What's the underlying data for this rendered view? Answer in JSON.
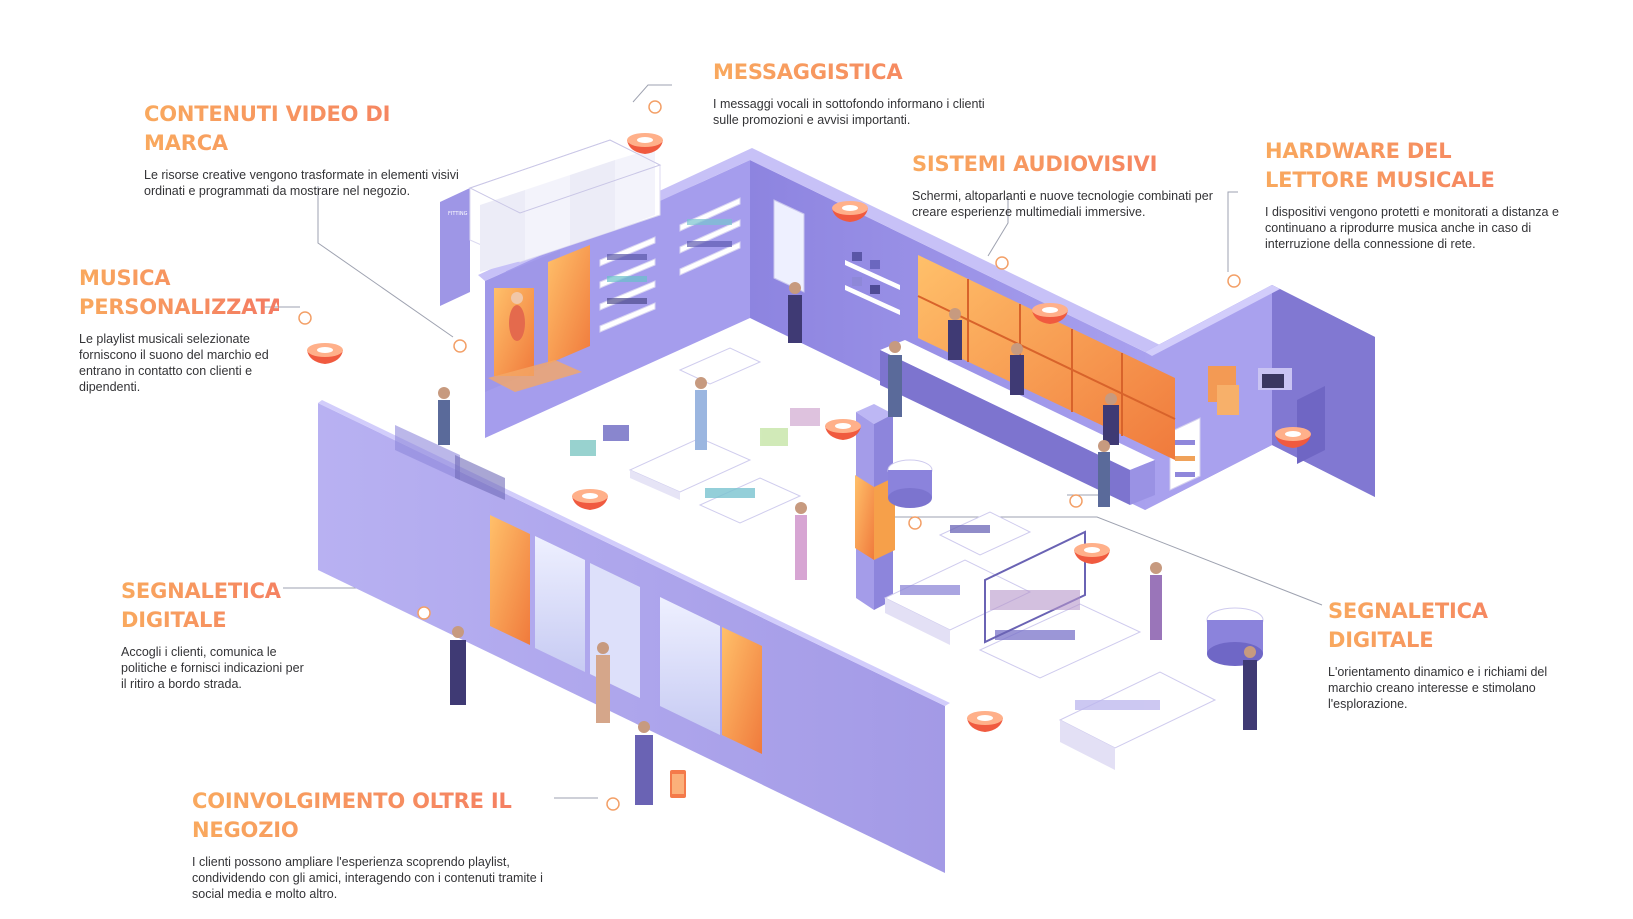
{
  "callouts": [
    {
      "id": "messaggistica",
      "title_lines": [
        "MESSAGGISTICA"
      ],
      "desc": "I messaggi vocali in sottofondo informano i clienti sulle promozioni e avvisi importanti."
    },
    {
      "id": "contenuti-video",
      "title_lines": [
        "CONTENUTI VIDEO DI MARCA"
      ],
      "desc": "Le risorse creative vengono trasformate in elementi visivi ordinati e programmati da mostrare nel negozio."
    },
    {
      "id": "sistemi-audiovisivi",
      "title_lines": [
        "SISTEMI AUDIOVISIVI"
      ],
      "desc": "Schermi, altoparlanti e nuove tecnologie combinati per creare esperienze multimediali immersive."
    },
    {
      "id": "hardware-lettore",
      "title_lines": [
        "HARDWARE DEL",
        "LETTORE MUSICALE"
      ],
      "desc": "I dispositivi vengono protetti e monitorati a distanza e continuano a riprodurre musica anche in caso di interruzione della connessione di rete."
    },
    {
      "id": "musica-personalizzata",
      "title_lines": [
        "MUSICA",
        "PERSONALIZZATA"
      ],
      "desc": "Le playlist musicali selezionate forniscono il suono del marchio ed entrano in contatto con clienti e dipendenti."
    },
    {
      "id": "segnaletica-left",
      "title_lines": [
        "SEGNALETICA",
        "DIGITALE"
      ],
      "desc": "Accogli i clienti, comunica le politiche e fornisci indicazioni per il ritiro a bordo strada."
    },
    {
      "id": "segnaletica-right",
      "title_lines": [
        "SEGNALETICA",
        "DIGITALE"
      ],
      "desc": "L'orientamento dinamico e i richiami del marchio creano interesse e stimolano l'esplorazione."
    },
    {
      "id": "coinvolgimento",
      "title_lines": [
        "COINVOLGIMENTO OLTRE IL NEGOZIO"
      ],
      "desc": "I clienti possono ampliare l'esperienza scoprendo playlist, condividendo con gli amici, interagendo con i contenuti tramite i social media e molto altro."
    }
  ],
  "fitting_room_sign": "FITTING ROOM",
  "colors": {
    "wall_light": "#b9b3f0",
    "wall_mid": "#9a92e4",
    "wall_dark": "#7d74cf",
    "floor": "#ffffff",
    "screen": "#f6a04a",
    "accent": "#f47a62",
    "title_orange": "#f7a05a"
  }
}
